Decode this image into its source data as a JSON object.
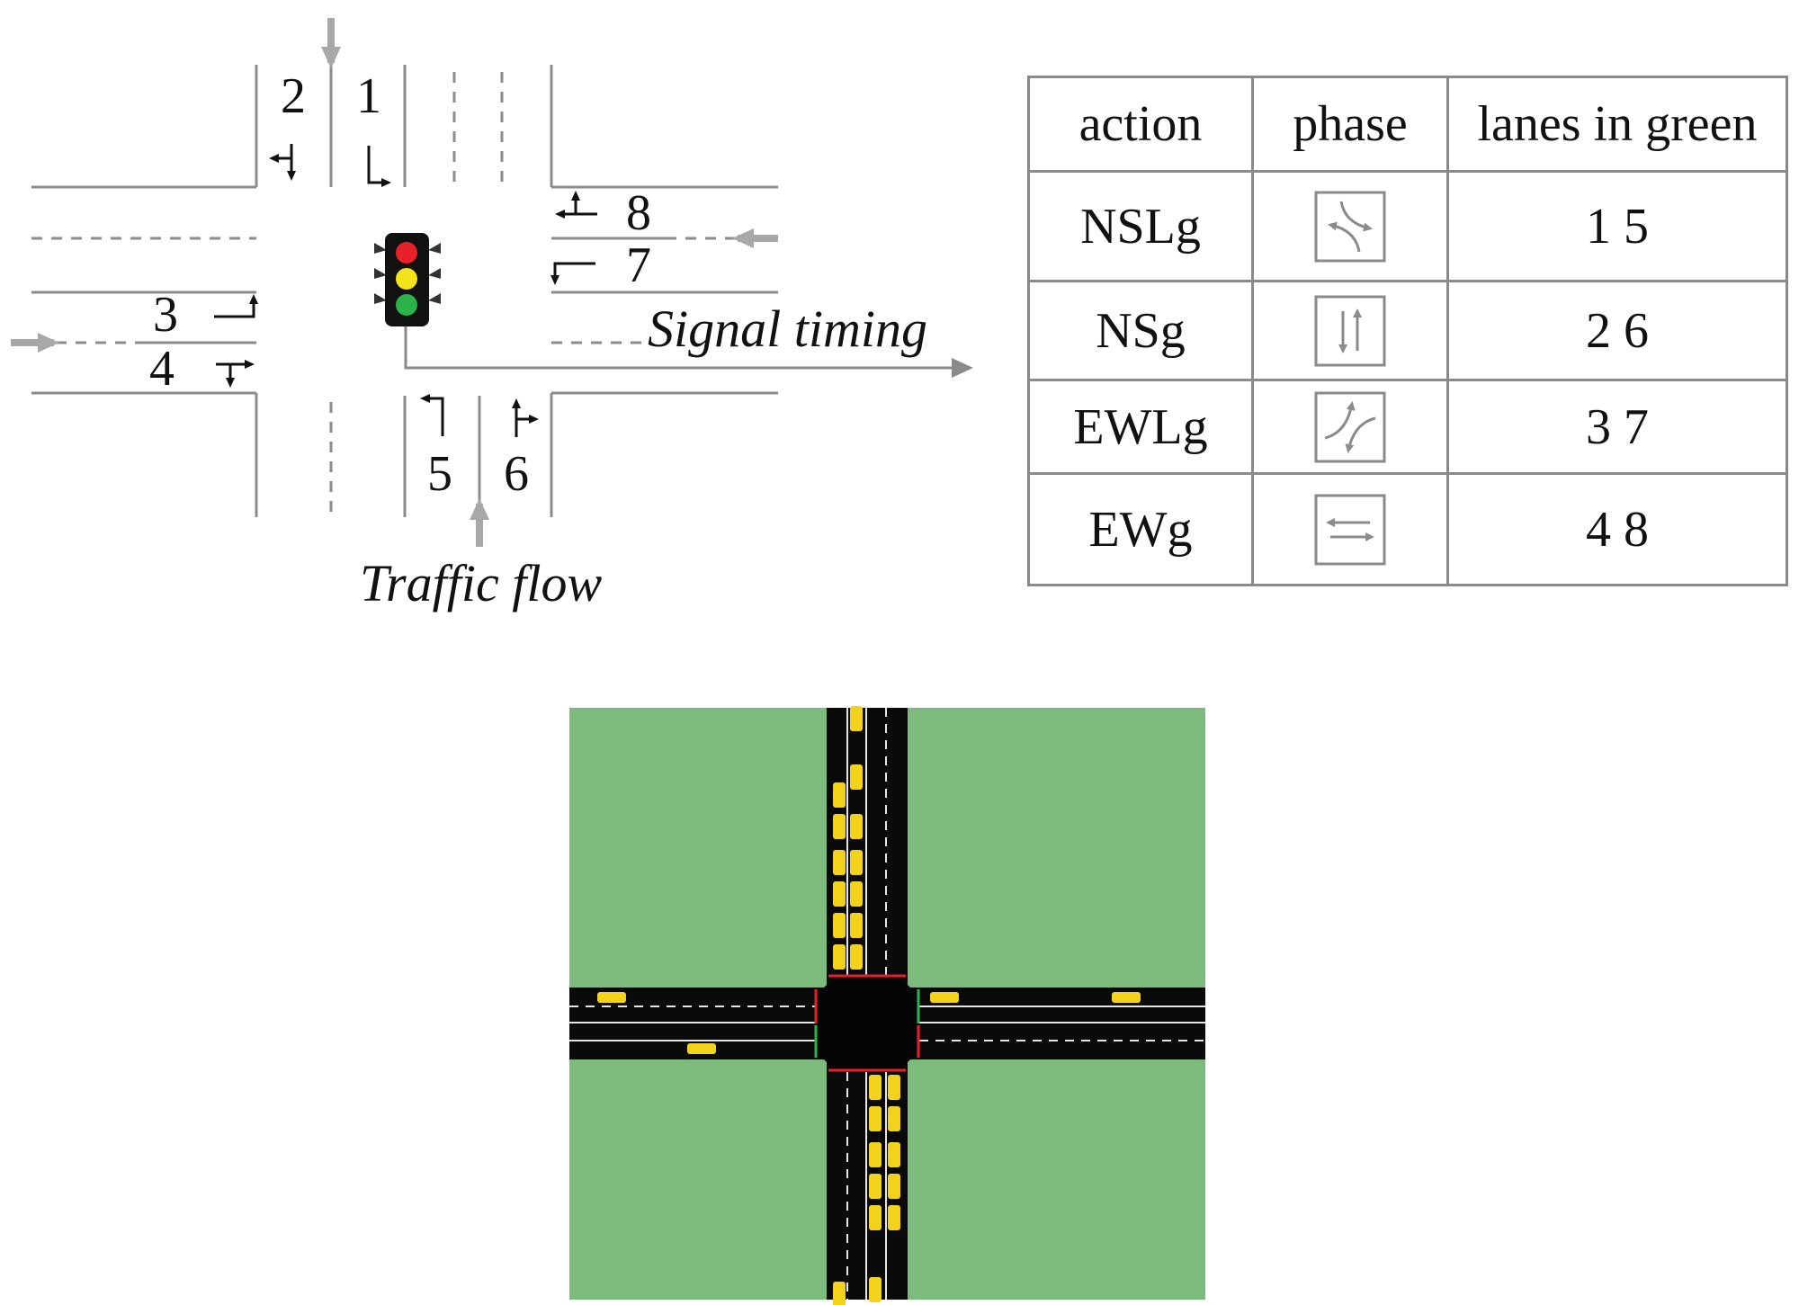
{
  "diagram": {
    "lane_numbers": [
      "1",
      "2",
      "3",
      "4",
      "5",
      "6",
      "7",
      "8"
    ],
    "signal_timing_label": "Signal timing",
    "traffic_flow_label": "Traffic flow"
  },
  "table": {
    "headers": [
      "action",
      "phase",
      "lanes in green"
    ],
    "rows": [
      {
        "action": "NSLg",
        "phase_icon": "ns-left-turn-arrows-icon",
        "lanes": "1 5"
      },
      {
        "action": "NSg",
        "phase_icon": "ns-straight-arrows-icon",
        "lanes": "2 6"
      },
      {
        "action": "EWLg",
        "phase_icon": "ew-left-turn-arrows-icon",
        "lanes": "3 7"
      },
      {
        "action": "EWg",
        "phase_icon": "ew-straight-arrows-icon",
        "lanes": "4 8"
      }
    ]
  },
  "colors": {
    "road_line": "#8c8c8c",
    "flow_arrow": "#a8a8a8",
    "grass": "#7dbb7d",
    "asphalt": "#0a0a0a",
    "vehicle": "#f2d21a",
    "light_red": "#e8202a",
    "light_yellow": "#f4e21a",
    "light_green": "#2bb34a"
  }
}
